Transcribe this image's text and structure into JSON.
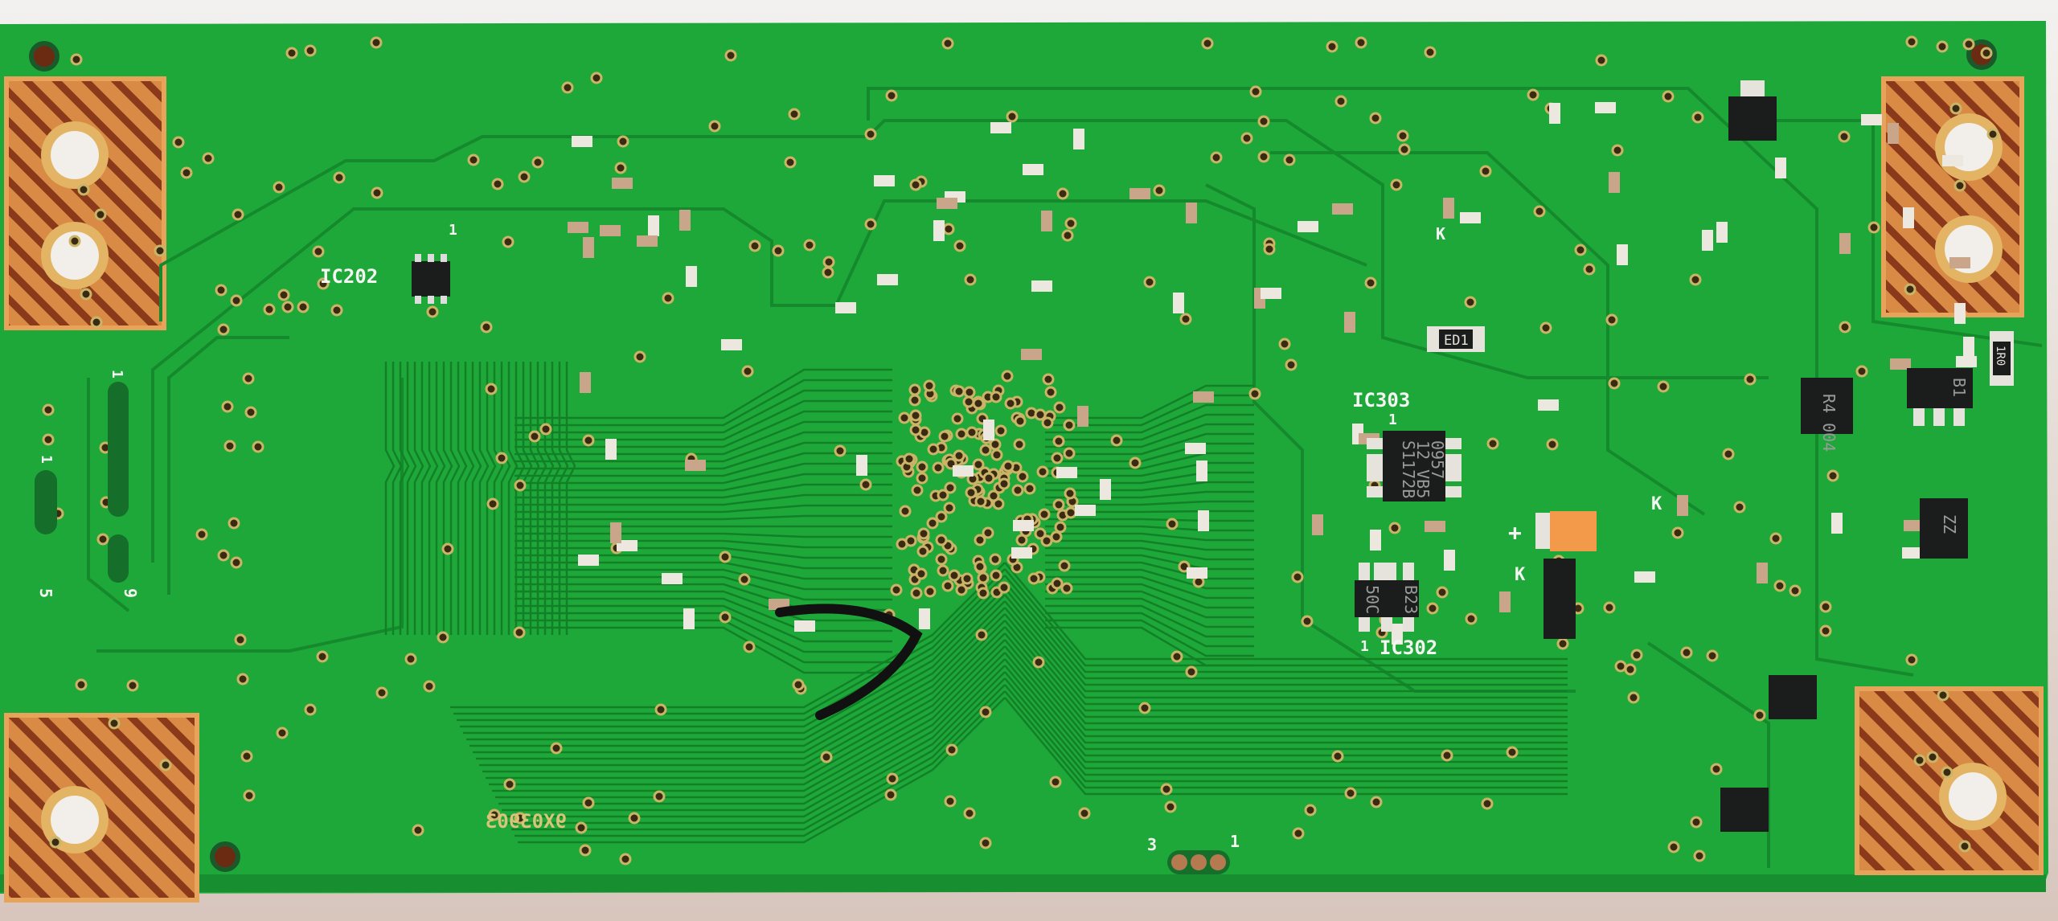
{
  "board": {
    "colors": {
      "solder_mask": "#1fa83a",
      "trace": "#158a2c",
      "copper": "#d98a45",
      "silk": "#f4f6f2",
      "chip": "#1b1d1c",
      "tantalum": "#f39a4a",
      "background": "#e9e3df"
    },
    "silkscreen": {
      "ic202": "IC202",
      "ic303": "IC303",
      "ic302": "IC302",
      "pin1_ic202": "1",
      "pin1_ic303": "1",
      "pin1_ic302": "1",
      "conn_left_pin1": "1",
      "conn_small_pin1": "1",
      "conn_left_pin5": "5",
      "conn_left_pin9": "9",
      "conn_bottom_pin3": "3",
      "conn_bottom_pin1": "1",
      "polarity_plus": "+",
      "cathode_1": "K",
      "cathode_2": "K",
      "cathode_3": "K",
      "board_code": "9X03903"
    },
    "chip_markings": {
      "ic303": [
        "S1172B",
        "12 VB5",
        "0957"
      ],
      "ic302": [
        "50C",
        "B23"
      ],
      "resistor_ed1": "ED1",
      "resistor_1r0": "1R0",
      "reg_right_1": "B1",
      "reg_right_2": "R4 004",
      "reg_right_3": "ZZ"
    }
  }
}
